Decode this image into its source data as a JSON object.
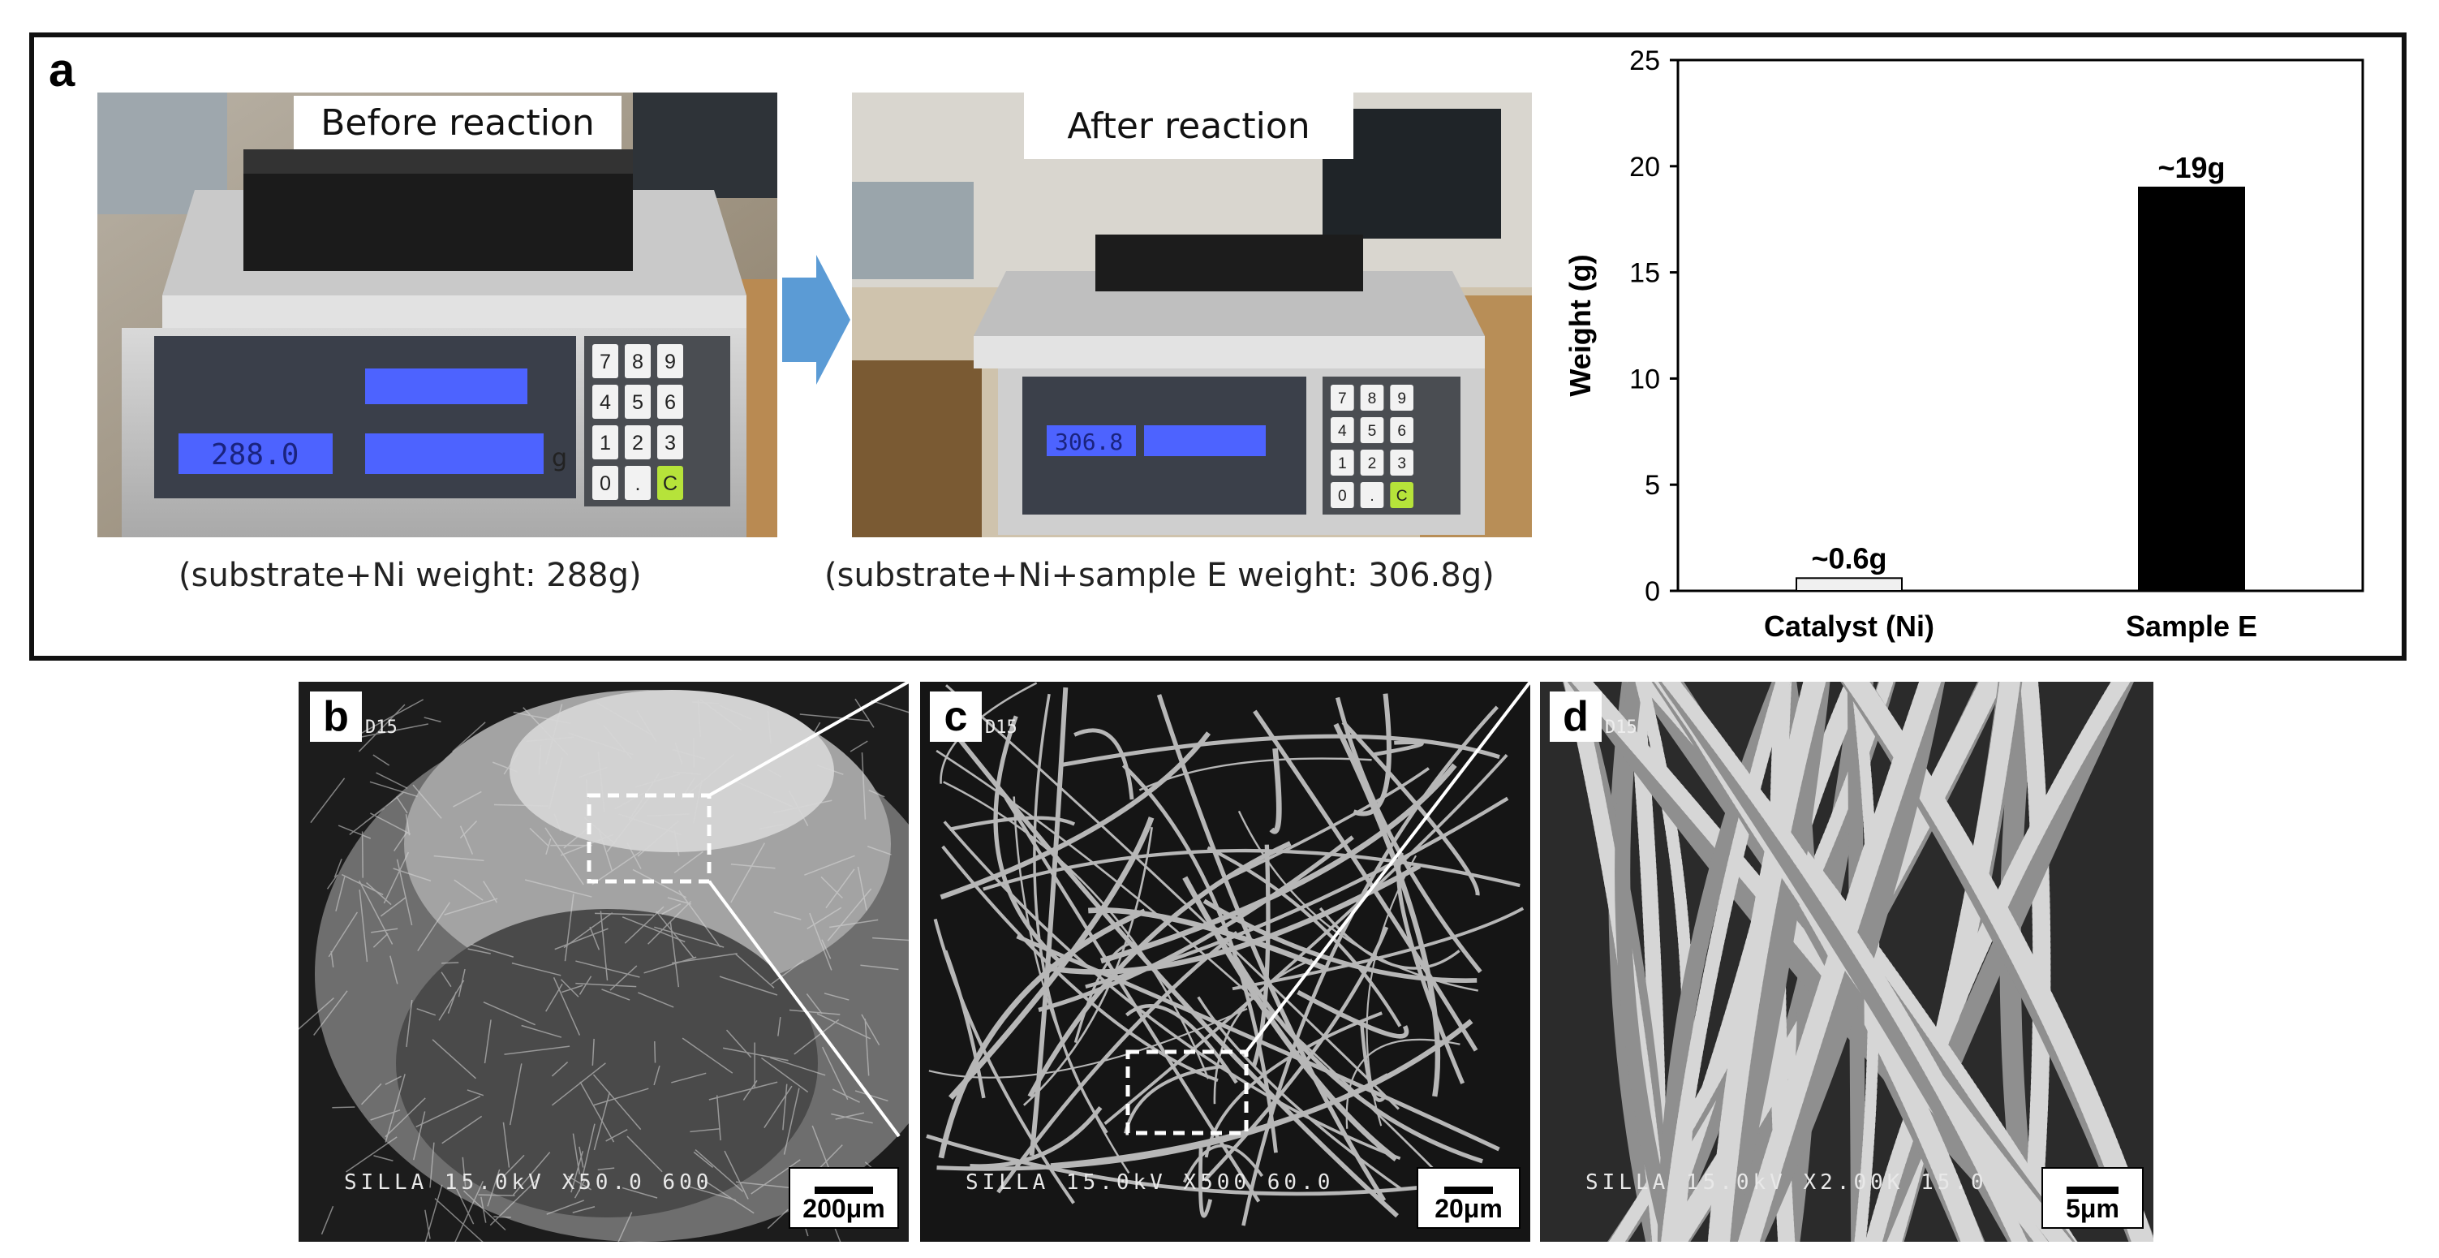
{
  "panel_a": {
    "letter": "a",
    "before": {
      "label": "Before reaction",
      "caption": "(substrate+Ni weight: 288g)",
      "display_value": "288.0"
    },
    "after": {
      "label": "After reaction",
      "caption": "(substrate+Ni+sample E weight: 306.8g)",
      "display_value": "306.8"
    },
    "keypad_keys": [
      "7",
      "8",
      "9",
      "4",
      "5",
      "6",
      "1",
      "2",
      "3",
      "0",
      ".",
      "C"
    ],
    "scale_unit": "g",
    "arrow_color": "#5b9bd5"
  },
  "chart_data": {
    "type": "bar",
    "categories": [
      "Catalyst (Ni)",
      "Sample E"
    ],
    "values": [
      0.6,
      19
    ],
    "value_labels": [
      "~0.6g",
      "~19g"
    ],
    "bar_colors": [
      "#f0f0f0",
      "#000000"
    ],
    "ylabel": "Weight (g)",
    "xlabel": "",
    "title": "",
    "ylim": [
      0,
      25
    ],
    "yticks": [
      0,
      5,
      10,
      15,
      20,
      25
    ],
    "grid": false
  },
  "sem_panels": [
    {
      "letter": "b",
      "id": "D15",
      "info": "SILLA  15.0kV X50.0  600",
      "scale": "200μm"
    },
    {
      "letter": "c",
      "id": "D15",
      "info": "SILLA  15.0kV X500  60.0",
      "scale": "20μm"
    },
    {
      "letter": "d",
      "id": "D15",
      "info": "SILLA  15.0kV X2.00K 15.0",
      "scale": "5μm"
    }
  ]
}
